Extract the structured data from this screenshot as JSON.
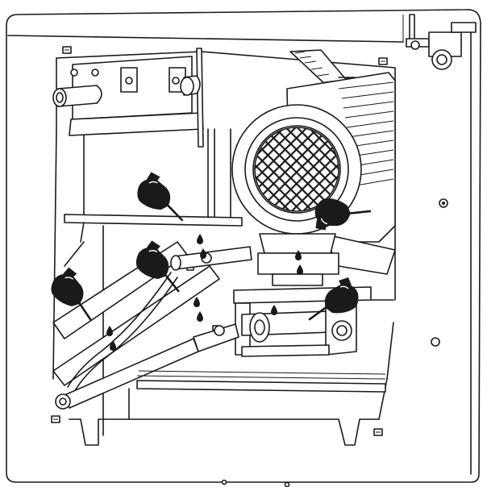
{
  "figure": {
    "subject": "machine-cutaway-lubrication-points",
    "frame_color": "#1a1a1a",
    "background_color": "#ffffff",
    "oiler_color": "#1a1a1a",
    "oil_drop_color": "#1a1a1a",
    "icons": [
      "oil-can-icon",
      "oil-drop-icon"
    ],
    "oil_can_count": 5,
    "fastener_marker_count": 6
  }
}
